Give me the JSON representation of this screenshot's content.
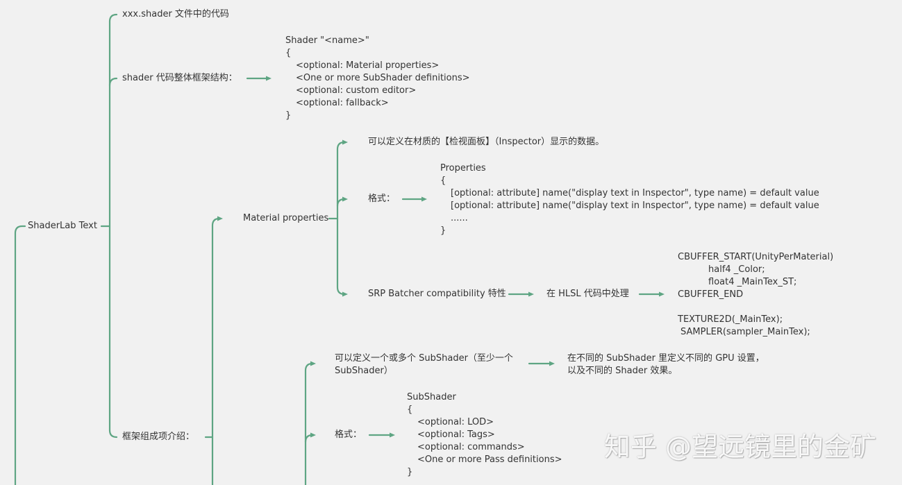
{
  "colors": {
    "line": "#5ea583",
    "text": "#333333",
    "background": "#f1f1f1"
  },
  "root": {
    "label": "ShaderLab Text"
  },
  "level1": {
    "file_code": "xxx.shader 文件中的代码",
    "framework_structure": "shader 代码整体框架结构：",
    "framework_parts": "框架组成项介绍："
  },
  "shader_block": [
    "Shader \"<name>\"",
    "{",
    "<optional: Material properties>",
    "<One or more SubShader definitions>",
    "<optional: custom editor>",
    "<optional: fallback>",
    "}"
  ],
  "material": {
    "label": "Material properties",
    "desc": "可以定义在材质的【检视面板】（Inspector）显示的数据。",
    "format_label": "格式：",
    "properties_block": [
      "Properties",
      "{",
      "[optional: attribute] name(\"display text in Inspector\", type name) = default value",
      "[optional: attribute] name(\"display text in Inspector\", type name) = default value",
      "......",
      "}"
    ],
    "srp_label": "SRP Batcher compatibility 特性",
    "hlsl_label": "在 HLSL 代码中处理",
    "cbuffer_block": [
      "CBUFFER_START(UnityPerMaterial)",
      "half4 _Color;",
      "float4 _MainTex_ST;",
      "CBUFFER_END",
      "",
      "TEXTURE2D(_MainTex);",
      "SAMPLER(sampler_MainTex);"
    ]
  },
  "subshader": {
    "desc_line1": "可以定义一个或多个 SubShader（至少一个",
    "desc_line2": "SubShader）",
    "effect_line1": "在不同的 SubShader 里定义不同的 GPU 设置，",
    "effect_line2": "以及不同的 Shader 效果。",
    "format_label": "格式：",
    "block": [
      "SubShader",
      "{",
      "<optional: LOD>",
      "<optional: Tags>",
      "<optional: commands>",
      "<One or more Pass definitions>",
      "}"
    ]
  },
  "watermark": "知乎 @望远镜里的金矿"
}
